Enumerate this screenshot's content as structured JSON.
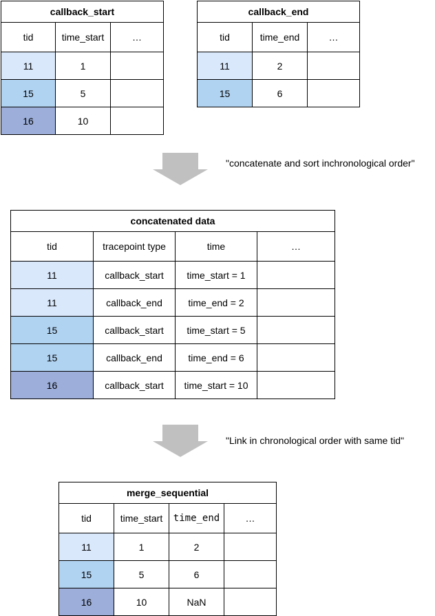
{
  "tables": {
    "callback_start": {
      "title": "callback_start",
      "headers": [
        "tid",
        "time_start",
        "…"
      ],
      "rows": [
        [
          "11",
          "1",
          ""
        ],
        [
          "15",
          "5",
          ""
        ],
        [
          "16",
          "10",
          ""
        ]
      ]
    },
    "callback_end": {
      "title": "callback_end",
      "headers": [
        "tid",
        "time_end",
        "…"
      ],
      "rows": [
        [
          "11",
          "2",
          ""
        ],
        [
          "15",
          "6",
          ""
        ]
      ]
    },
    "concatenated": {
      "title": "concatenated data",
      "headers": [
        "tid",
        "tracepoint type",
        "time",
        "…"
      ],
      "rows": [
        [
          "11",
          "callback_start",
          "time_start = 1",
          ""
        ],
        [
          "11",
          "callback_end",
          "time_end = 2",
          ""
        ],
        [
          "15",
          "callback_start",
          "time_start = 5",
          ""
        ],
        [
          "15",
          "callback_end",
          "time_end = 6",
          ""
        ],
        [
          "16",
          "callback_start",
          "time_start = 10",
          ""
        ]
      ]
    },
    "merge_sequential": {
      "title": "merge_sequential",
      "headers": [
        "tid",
        "time_start",
        "time_end",
        "…"
      ],
      "rows": [
        [
          "11",
          "1",
          "2",
          ""
        ],
        [
          "15",
          "5",
          "6",
          ""
        ],
        [
          "16",
          "10",
          "NaN",
          ""
        ]
      ]
    }
  },
  "notes": {
    "step1": "\"concatenate and sort inchronological order\"",
    "step2": "\"Link in chronological order with same tid\""
  },
  "colors": {
    "tid_11": "#dae8fc",
    "tid_15": "#b1d3f2",
    "tid_16": "#9caed9",
    "arrow": "#c0c0c0"
  }
}
